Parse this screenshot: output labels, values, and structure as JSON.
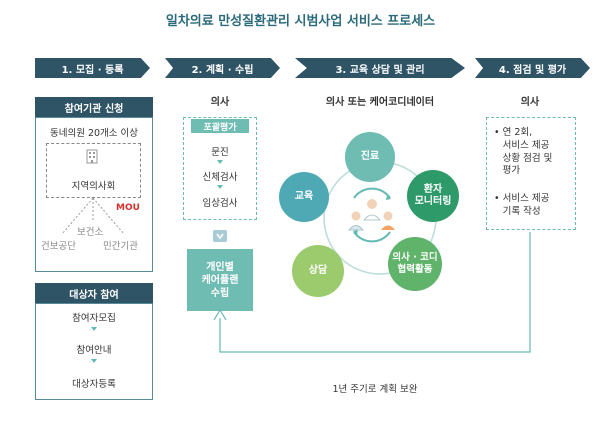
{
  "title": "일차의료 만성질환관리 시범사업 서비스 프로세스",
  "steps": [
    {
      "label": "1. 모집 · 등록"
    },
    {
      "label": "2. 계획 · 수립"
    },
    {
      "label": "3. 교육 상담 및 관리"
    },
    {
      "label": "4. 점검 및 평가"
    }
  ],
  "col1": {
    "institution_header": "참여기관 신청",
    "criteria": "동네의원 20개소 이상",
    "building_icon": "building-icon",
    "local_assoc": "지역의사회",
    "mou": "MOU",
    "health_center": "보건소",
    "nhis": "건보공단",
    "private_inst": "민간기관",
    "participant_header": "대상자 참여",
    "participant_steps": [
      "참여자모집",
      "참여안내",
      "대상자등록"
    ]
  },
  "col2": {
    "actor": "의사",
    "assessment_header": "포괄평가",
    "assessment_items": [
      "문진",
      "신체검사",
      "임상검사"
    ],
    "careplan": "개인별\n케어플랜\n수립"
  },
  "col3": {
    "actor": "의사 또는 케어코디네이터",
    "circles": {
      "treatment": "진료",
      "monitoring": "환자\n모니터링",
      "cooperation": "의사 · 코디\n협력활동",
      "counseling": "상담",
      "education": "교육"
    },
    "people_icon": "doctor-patient-icon"
  },
  "col4": {
    "actor": "의사",
    "items": [
      "연 2회,\n서비스 제공\n상황 점검 및\n평가",
      "서비스 제공\n기록 작성"
    ]
  },
  "cycle_label": "1년 주기로 계획 보완",
  "colors": {
    "navy": "#2f5466",
    "teal": "#6fbcb3",
    "green": "#9ccb6d",
    "red": "#d6322d"
  }
}
